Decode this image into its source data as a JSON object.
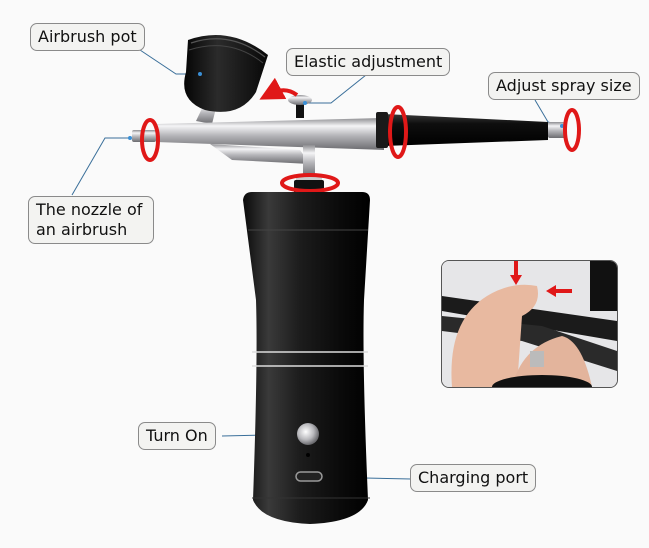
{
  "diagram": {
    "subject": "Portable airbrush kit (airbrush gun with cordless compressor)",
    "labels": {
      "airbrush_pot": "Airbrush pot",
      "elastic_adjustment": "Elastic adjustment",
      "adjust_spray_size": "Adjust spray size",
      "nozzle_line1": "The nozzle of",
      "nozzle_line2": "an airbrush",
      "turn_on": "Turn On",
      "charging_port": "Charging port"
    },
    "colors": {
      "background": "#fafafa",
      "label_fill": "#f3f3f1",
      "label_border": "#8a8a8a",
      "leader_line": "#3a6f9a",
      "arrow_red": "#e01818",
      "body_black": "#151515",
      "chrome": "#c9c9cc"
    },
    "inset": {
      "description": "Close-up of thumb pressing the trigger down and back",
      "arrows": [
        "down",
        "left"
      ]
    }
  }
}
